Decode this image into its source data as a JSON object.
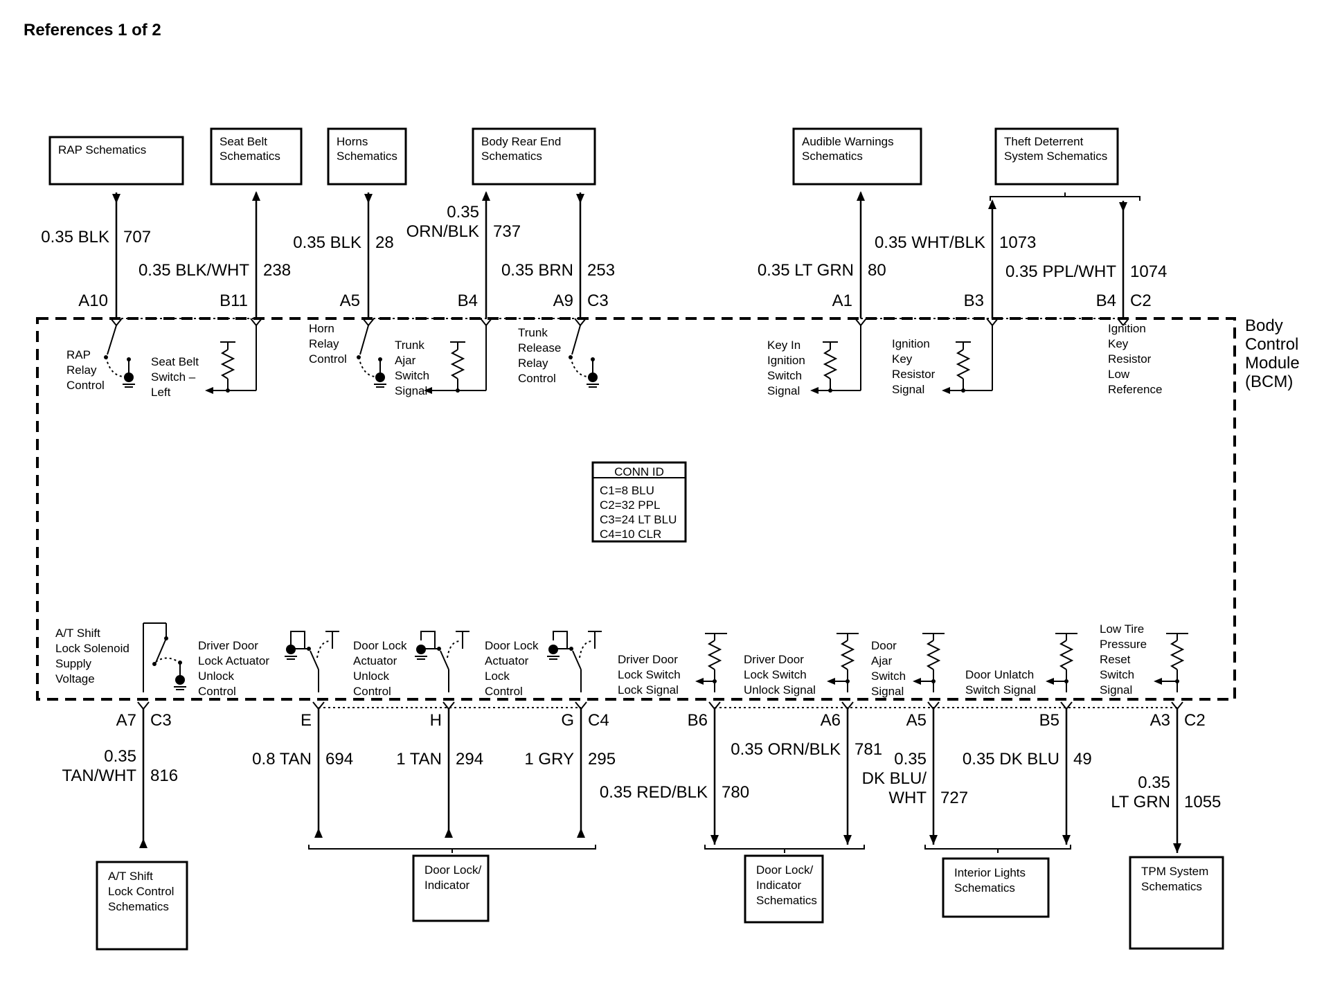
{
  "title": "References 1 of 2",
  "module": {
    "name_lines": [
      "Body",
      "Control",
      "Module",
      "(BCM)"
    ]
  },
  "conn_id": {
    "header": "CONN ID",
    "lines": [
      "C1=8 BLU",
      "C2=32 PPL",
      "C3=24 LT BLU",
      "C4=10 CLR"
    ]
  },
  "top_refs": [
    {
      "lines": [
        "RAP Schematics"
      ]
    },
    {
      "lines": [
        "Seat Belt",
        "Schematics"
      ]
    },
    {
      "lines": [
        "Horns",
        "Schematics"
      ]
    },
    {
      "lines": [
        "Body Rear End",
        "Schematics"
      ]
    },
    {
      "lines": [
        "Audible Warnings",
        "Schematics"
      ]
    },
    {
      "lines": [
        "Theft Deterrent",
        "System Schematics"
      ]
    }
  ],
  "bottom_refs": [
    {
      "lines": [
        "A/T Shift",
        "Lock Control",
        "Schematics"
      ]
    },
    {
      "lines": [
        "Door Lock/",
        "Indicator"
      ]
    },
    {
      "lines": [
        "Door Lock/",
        "Indicator",
        "Schematics"
      ]
    },
    {
      "lines": [
        "Interior Lights",
        "Schematics"
      ]
    },
    {
      "lines": [
        "TPM System",
        "Schematics"
      ]
    }
  ],
  "top_wires": [
    {
      "pin": "A10",
      "conn": "",
      "gauge_color": [
        "0.35 BLK"
      ],
      "circuit": "707"
    },
    {
      "pin": "B11",
      "conn": "",
      "gauge_color": [
        "0.35 BLK/WHT"
      ],
      "circuit": "238"
    },
    {
      "pin": "A5",
      "conn": "",
      "gauge_color": [
        "0.35 BLK"
      ],
      "circuit": "28"
    },
    {
      "pin": "B4",
      "conn": "",
      "gauge_color": [
        "0.35",
        "ORN/BLK"
      ],
      "circuit": "737"
    },
    {
      "pin": "A9",
      "conn": "C3",
      "gauge_color": [
        "0.35 BRN"
      ],
      "circuit": "253"
    },
    {
      "pin": "A1",
      "conn": "",
      "gauge_color": [
        "0.35 LT GRN"
      ],
      "circuit": "80"
    },
    {
      "pin": "B3",
      "conn": "",
      "gauge_color": [
        "0.35 WHT/BLK"
      ],
      "circuit": "1073"
    },
    {
      "pin": "B4",
      "conn": "C2",
      "gauge_color": [
        "0.35 PPL/WHT"
      ],
      "circuit": "1074"
    }
  ],
  "bottom_wires": [
    {
      "pin": "A7",
      "conn": "C3",
      "gauge_color": [
        "0.35",
        "TAN/WHT"
      ],
      "circuit": "816"
    },
    {
      "pin": "E",
      "conn": "",
      "gauge_color": [
        "0.8 TAN"
      ],
      "circuit": "694"
    },
    {
      "pin": "H",
      "conn": "",
      "gauge_color": [
        "1 TAN"
      ],
      "circuit": "294"
    },
    {
      "pin": "G",
      "conn": "C4",
      "gauge_color": [
        "1 GRY"
      ],
      "circuit": "295"
    },
    {
      "pin": "B6",
      "conn": "",
      "gauge_color": [
        "0.35 RED/BLK"
      ],
      "circuit": "780"
    },
    {
      "pin": "A6",
      "conn": "",
      "gauge_color": [
        "0.35 ORN/BLK"
      ],
      "circuit": "781"
    },
    {
      "pin": "A5",
      "conn": "",
      "gauge_color": [
        "0.35",
        "DK BLU/",
        "WHT"
      ],
      "circuit": "727"
    },
    {
      "pin": "B5",
      "conn": "",
      "gauge_color": [
        "0.35 DK BLU"
      ],
      "circuit": "49"
    },
    {
      "pin": "A3",
      "conn": "C2",
      "gauge_color": [
        "0.35",
        "LT GRN"
      ],
      "circuit": "1055"
    }
  ],
  "top_functions": [
    {
      "lines": [
        "RAP",
        "Relay",
        "Control"
      ]
    },
    {
      "lines": [
        "Seat Belt",
        "Switch –",
        "Left"
      ]
    },
    {
      "lines": [
        "Horn",
        "Relay",
        "Control"
      ]
    },
    {
      "lines": [
        "Trunk",
        "Ajar",
        "Switch",
        "Signal"
      ]
    },
    {
      "lines": [
        "Trunk",
        "Release",
        "Relay",
        "Control"
      ]
    },
    {
      "lines": [
        "Key In",
        "Ignition",
        "Switch",
        "Signal"
      ]
    },
    {
      "lines": [
        "Ignition",
        "Key",
        "Resistor",
        "Signal"
      ]
    },
    {
      "lines": [
        "Ignition",
        "Key",
        "Resistor",
        "Low",
        "Reference"
      ]
    }
  ],
  "bottom_functions": [
    {
      "lines": [
        "A/T Shift",
        "Lock Solenoid",
        "Supply",
        "Voltage"
      ]
    },
    {
      "lines": [
        "Driver Door",
        "Lock Actuator",
        "Unlock",
        "Control"
      ]
    },
    {
      "lines": [
        "Door Lock",
        "Actuator",
        "Unlock",
        "Control"
      ]
    },
    {
      "lines": [
        "Door Lock",
        "Actuator",
        "Lock",
        "Control"
      ]
    },
    {
      "lines": [
        "Driver Door",
        "Lock Switch",
        "Lock Signal"
      ]
    },
    {
      "lines": [
        "Driver Door",
        "Lock Switch",
        "Unlock Signal"
      ]
    },
    {
      "lines": [
        "Door",
        "Ajar",
        "Switch",
        "Signal"
      ]
    },
    {
      "lines": [
        "Door Unlatch",
        "Switch Signal"
      ]
    },
    {
      "lines": [
        "Low Tire",
        "Pressure",
        "Reset",
        "Switch",
        "Signal"
      ]
    }
  ]
}
